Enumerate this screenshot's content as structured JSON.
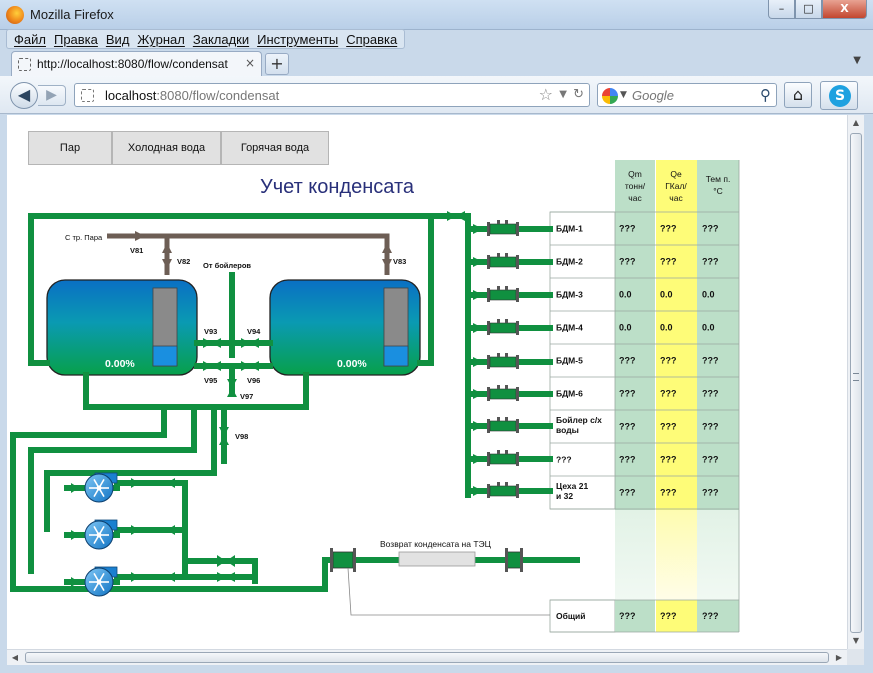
{
  "window": {
    "title": "Mozilla Firefox",
    "controls": {
      "minimize": "–",
      "maximize": "□",
      "close": "X"
    }
  },
  "menu": [
    "Файл",
    "Правка",
    "Вид",
    "Журнал",
    "Закладки",
    "Инструменты",
    "Справка"
  ],
  "tab": {
    "title": "http://localhost:8080/flow/condensat",
    "close": "×",
    "new_tab": "+"
  },
  "address": {
    "host": "localhost",
    "rest": ":8080/flow/condensat"
  },
  "search": {
    "placeholder": "Google"
  },
  "page": {
    "buttons": [
      "Пар",
      "Холодная вода",
      "Горячая вода"
    ],
    "title": "Учет конденсата",
    "tanks": [
      {
        "level_text": "0.00%",
        "level": 0
      },
      {
        "level_text": "0.00%",
        "level": 0
      }
    ],
    "labels": {
      "steam_source": "С тр. Пара",
      "from_boilers": "От бойлеров",
      "return": "Возврат конденсата на ТЭЦ"
    },
    "valves": [
      "V81",
      "V82",
      "V83",
      "V93",
      "V94",
      "V95",
      "V96",
      "V97",
      "V98"
    ],
    "table": {
      "headers": [
        "Qm тонн/ час",
        "Qe ГКал/ час",
        "Тем п. °C"
      ],
      "rows": [
        {
          "name": "БДМ-1",
          "qm": "???",
          "qe": "???",
          "t": "???"
        },
        {
          "name": "БДМ-2",
          "qm": "???",
          "qe": "???",
          "t": "???"
        },
        {
          "name": "БДМ-3",
          "qm": "0.0",
          "qe": "0.0",
          "t": "0.0"
        },
        {
          "name": "БДМ-4",
          "qm": "0.0",
          "qe": "0.0",
          "t": "0.0"
        },
        {
          "name": "БДМ-5",
          "qm": "???",
          "qe": "???",
          "t": "???"
        },
        {
          "name": "БДМ-6",
          "qm": "???",
          "qe": "???",
          "t": "???"
        },
        {
          "name": "Бойлер с/х воды",
          "qm": "???",
          "qe": "???",
          "t": "???"
        },
        {
          "name": "???",
          "qm": "???",
          "qe": "???",
          "t": "???"
        },
        {
          "name": "Цеха 21 и 32",
          "qm": "???",
          "qe": "???",
          "t": "???"
        }
      ],
      "total": {
        "name": "Общий",
        "qm": "???",
        "qe": "???",
        "t": "???"
      }
    }
  },
  "colors": {
    "pipe": "#109040",
    "steam_pipe": "#6d5e55",
    "tank_top": "#0a7dc8",
    "tank_bottom": "#0aa05a",
    "col_green": "#bcdfc8",
    "col_yellow": "#fefc78"
  }
}
